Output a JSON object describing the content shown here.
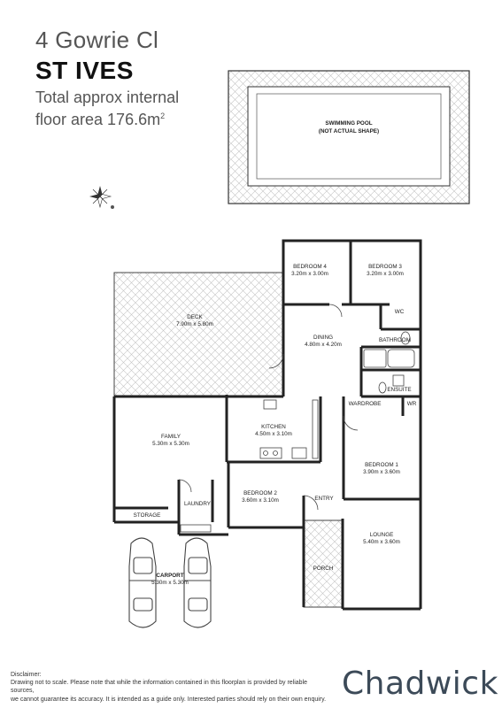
{
  "header": {
    "address": "4 Gowrie Cl",
    "suburb": "ST IVES",
    "area_line1": "Total approx internal",
    "area_line2": "floor area 176.6m",
    "area_unit": "2"
  },
  "pool": {
    "line1": "SWIMMING POOL",
    "line2": "(NOT ACTUAL SHAPE)"
  },
  "rooms": {
    "bedroom4": {
      "name": "BEDROOM 4",
      "size": "3.20m x 3.00m"
    },
    "bedroom3": {
      "name": "BEDROOM 3",
      "size": "3.20m x 3.00m"
    },
    "deck": {
      "name": "DECK",
      "size": "7.90m x 5.80m"
    },
    "dining": {
      "name": "DINING",
      "size": "4.80m x 4.20m"
    },
    "wc": {
      "name": "WC"
    },
    "bathroom": {
      "name": "BATHROOM"
    },
    "ensuite": {
      "name": "ENSUITE"
    },
    "wardrobe": {
      "name": "WARDROBE"
    },
    "wr": {
      "name": "WR"
    },
    "kitchen": {
      "name": "KITCHEN",
      "size": "4.50m x 3.10m"
    },
    "family": {
      "name": "FAMILY",
      "size": "5.30m x 5.30m"
    },
    "bedroom1": {
      "name": "BEDROOM 1",
      "size": "3.90m x 3.60m"
    },
    "bedroom2": {
      "name": "BEDROOM 2",
      "size": "3.60m x 3.10m"
    },
    "laundry": {
      "name": "LAUNDRY"
    },
    "storage": {
      "name": "STORAGE"
    },
    "entry": {
      "name": "ENTRY"
    },
    "lounge": {
      "name": "LOUNGE",
      "size": "5.40m x 3.60m"
    },
    "porch": {
      "name": "PORCH"
    },
    "carport": {
      "name": "CARPORT",
      "size": "5.30m x 5.30m"
    }
  },
  "footer": {
    "disclaimer_title": "Disclaimer:",
    "disclaimer_line1": "Drawing not to scale. Please note that while the information contained in this floorplan is provided by reliable sources,",
    "disclaimer_line2": "we cannot guarantee its accuracy. It is intended as a guide only. Interested parties should rely on their own enquiry.",
    "brand": "Chadwick"
  },
  "colors": {
    "wall": "#222222",
    "hatch": "#bbbbbb",
    "brand": "#3c4a58"
  }
}
